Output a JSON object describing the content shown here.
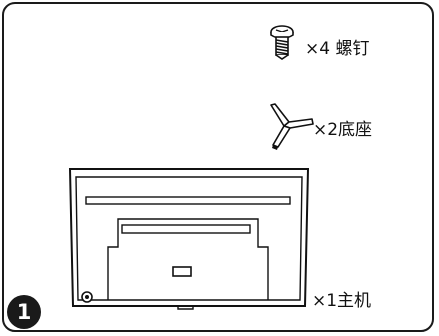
{
  "parts": [
    {
      "icon": "screw-icon",
      "label": "×4 螺钉"
    },
    {
      "icon": "stand-base-icon",
      "label": "×2底座"
    },
    {
      "icon": "tv-main-unit-icon",
      "label": "×1主机"
    }
  ],
  "step": {
    "number": "1"
  }
}
